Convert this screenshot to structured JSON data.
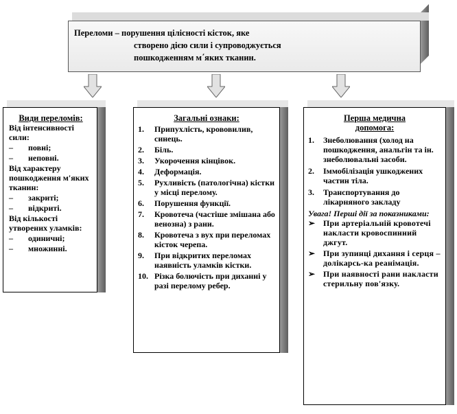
{
  "top": {
    "term": "Переломи",
    "line1": " – порушення цілісності  кісток, яке",
    "line2": "створено дією  сили і супроводжується",
    "line3": "пошкодженням  м΄яких  тканин."
  },
  "left": {
    "title": "Види переломів:",
    "items": [
      {
        "bullet": "",
        "text": "Від інтенсивності сили:"
      },
      {
        "bullet": "–",
        "text": "повні;"
      },
      {
        "bullet": "–",
        "text": "неповні."
      },
      {
        "bullet": "",
        "text": "Від характеру пошкодження м'яких тканин:"
      },
      {
        "bullet": "–",
        "text": "закриті;"
      },
      {
        "bullet": "–",
        "text": "відкриті."
      },
      {
        "bullet": "",
        "text": "Від кількості утворених уламків:"
      },
      {
        "bullet": "–",
        "text": "одиничні;"
      },
      {
        "bullet": "–",
        "text": "множинні."
      }
    ]
  },
  "middle": {
    "title": "Загальні ознаки:",
    "items": [
      {
        "num": "1.",
        "text": "Припухлість,  крововилив, синець."
      },
      {
        "num": "2.",
        "text": "Біль."
      },
      {
        "num": "3.",
        "text": "Укорочення кінцівок."
      },
      {
        "num": "4.",
        "text": "Деформація."
      },
      {
        "num": "5.",
        "text": "Рухливість  (патологічна) кістки  у місці перелому."
      },
      {
        "num": "6.",
        "text": "Порушення  функції."
      },
      {
        "num": "7.",
        "text": "Кровотеча (частіше змішана  або венозна) з рани."
      },
      {
        "num": "8.",
        "text": "Кровотеча з вух при переломах кісток  черепа."
      },
      {
        "num": "9.",
        "text": "При відкритих переломах наявність уламків  кістки."
      },
      {
        "num": "10.",
        "text": "Різка болючість  при диханні у разі перелому ребер."
      }
    ]
  },
  "right": {
    "title": "Перша медична допомога:",
    "items": [
      {
        "num": "1.",
        "text": "Знеболювання (холод на пошкодження, анальгін  та ін. знеболювальні засоби."
      },
      {
        "num": "2.",
        "text": "Іммобілізація  ушкоджених  частин тіла."
      },
      {
        "num": "3.",
        "text": "Транспортування до лікарняного закладу"
      }
    ],
    "warning": "Увага! Перші дії за показниками:",
    "bullets": [
      {
        "sym": "➢",
        "text": "При  артеріальній кровотечі накласти кровоспинний джгут."
      },
      {
        "sym": "➢",
        "text": "При  зупинці  дихання  і серця – долікарсь-ка реанімація."
      },
      {
        "sym": "➢",
        "text": "При  наявності рани накласти стерильну пов'язку."
      }
    ]
  }
}
